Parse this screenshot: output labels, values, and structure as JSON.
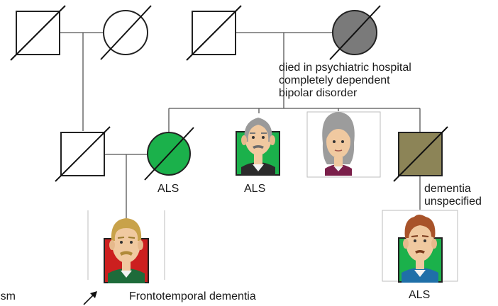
{
  "colors": {
    "affected_als": "#1bb14b",
    "affected_ftd": "#cc1f1f",
    "psychiatric": "#7a7a7a",
    "dementia_unspecified": "#8c8457",
    "unaffected": "#ffffff",
    "line": "#555555"
  },
  "labels": {
    "partial_left": "sm",
    "ii_sister": "ALS",
    "ii_brother": "ALS",
    "grandmother_note": [
      "died in psychiatric hospital",
      "completely dependent",
      "bipolar disorder"
    ],
    "ii_youngest_note": [
      "dementia",
      "unspecified"
    ],
    "proband": "Frontotemporal dementia",
    "iii_cousin": "ALS"
  },
  "icons": {
    "deceased_marker": "diagonal-slash",
    "proband_marker": "arrow-icon",
    "portraits": [
      "bald-man-portrait-icon",
      "grey-haired-woman-portrait-icon",
      "blond-man-portrait-icon",
      "brown-haired-man-portrait-icon"
    ]
  }
}
